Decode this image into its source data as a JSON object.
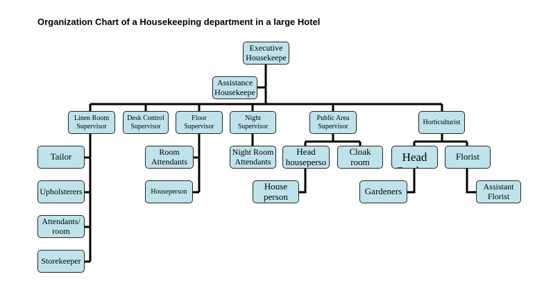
{
  "title": "Organization Chart of a Housekeeping department in a large Hotel",
  "nodes": {
    "executive_housekeeper": "Executive Housekeepe",
    "assistant_housekeeper": "Assistance Housekeepe",
    "linen_room_supervisor": "Linen Room Supervisor",
    "desk_control_supervisor": "Desk Control Supervisor",
    "floor_supervisor": "Floor Supervisor",
    "night_supervisor": "Night Supervisor",
    "public_area_supervisor": "Public Area Supervisor",
    "horticulturist": "Horticulturist",
    "tailor": "Tailor",
    "upholsterers": "Upholsterers",
    "attendants_room": "Attendants/ room",
    "storekeeper": "Storekeeper",
    "room_attendants": "Room Attendants",
    "houseperson": "Houseperson",
    "night_room_attendants": "Night Room Attendants",
    "head_houseperson": "Head houseperso",
    "cloak_room": "Cloak room",
    "house_person": "House person",
    "head_gardener": "Head Gardner",
    "florist": "Florist",
    "gardeners": "Gardeners",
    "assistant_florist": "Assistant Florist"
  },
  "colors": {
    "box_fill": "#bfe3ea",
    "border": "#222222",
    "connector": "#000000"
  }
}
